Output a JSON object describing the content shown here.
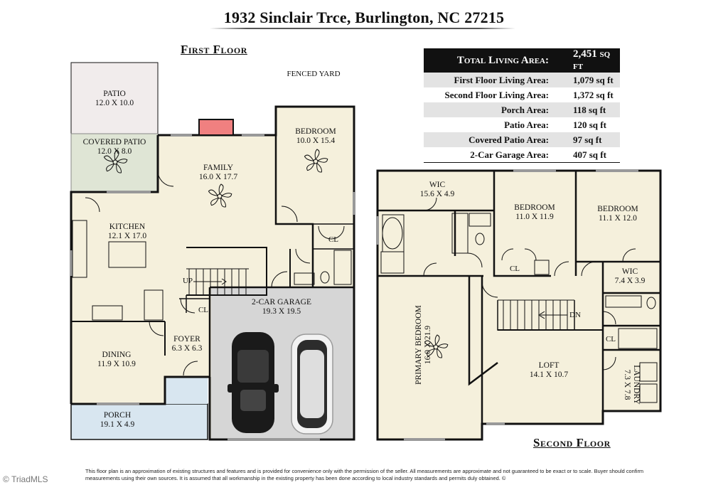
{
  "title": "1932 Sinclair Trce, Burlington, NC 27215",
  "first_floor": {
    "heading": "First Floor",
    "fenced_yard": "FENCED YARD",
    "rooms": {
      "patio": {
        "name": "PATIO",
        "dims": "12.0 X 10.0"
      },
      "covered_patio": {
        "name": "COVERED PATIO",
        "dims": "12.0 X 8.0"
      },
      "family": {
        "name": "FAMILY",
        "dims": "16.0 X 17.7"
      },
      "bedroom": {
        "name": "BEDROOM",
        "dims": "10.0 X 15.4"
      },
      "kitchen": {
        "name": "KITCHEN",
        "dims": "12.1 X 17.0"
      },
      "garage": {
        "name": "2-CAR GARAGE",
        "dims": "19.3 X 19.5"
      },
      "foyer": {
        "name": "FOYER",
        "dims": "6.3 X 6.3"
      },
      "dining": {
        "name": "DINING",
        "dims": "11.9 X 10.9"
      },
      "porch": {
        "name": "PORCH",
        "dims": "19.1 X 4.9"
      }
    },
    "markers": {
      "cl_bedroom": "CL",
      "cl_foyer": "CL",
      "stair_up": "UP"
    }
  },
  "second_floor": {
    "heading": "Second Floor",
    "rooms": {
      "wic_primary": {
        "name": "WIC",
        "dims": "15.6 X 4.9"
      },
      "bedroom_2": {
        "name": "BEDROOM",
        "dims": "11.0 X 11.9"
      },
      "bedroom_3": {
        "name": "BEDROOM",
        "dims": "11.1 X 12.0"
      },
      "wic_bed3": {
        "name": "WIC",
        "dims": "7.4 X 3.9"
      },
      "primary_bedroom": {
        "name": "PRIMARY BEDROOM",
        "dims": "16.0 X 21.9"
      },
      "loft": {
        "name": "LOFT",
        "dims": "14.1 X 10.7"
      },
      "laundry": {
        "name": "LAUNDRY",
        "dims": "7.3 X 7.8"
      }
    },
    "markers": {
      "cl_bedroom2": "CL",
      "cl_hall": "CL",
      "stair_down": "DN"
    }
  },
  "areas": {
    "total": {
      "label": "Total Living Area:",
      "value": "2,451 sq ft"
    },
    "rows": [
      {
        "label": "First Floor Living Area:",
        "value": "1,079 sq ft"
      },
      {
        "label": "Second Floor Living Area:",
        "value": "1,372 sq ft"
      },
      {
        "label": "Porch Area:",
        "value": "118 sq ft"
      },
      {
        "label": "Patio Area:",
        "value": "120 sq ft"
      },
      {
        "label": "Covered Patio Area:",
        "value": "97 sq ft"
      },
      {
        "label": "2-Car Garage Area:",
        "value": "407 sq ft"
      }
    ]
  },
  "disclaimer": "This floor plan is an approximation of existing structures and features and is provided for convenience only with the permission of the seller.  All measurements are approximate and not guaranteed to be exact or to scale.  Buyer should confirm measurements using their own sources.  It is assumed that all workmanship in the existing property has been done according to local industry standards and permits duly obtained.  ©",
  "watermark": "TriadMLS",
  "colors": {
    "floor": "#f5f0dc",
    "patio": "#f1ecec",
    "covered_patio": "#dfe5d5",
    "porch": "#d8e6f0",
    "garage": "#d6d6d6",
    "wall": "#111111",
    "fireplace": "#f08080"
  }
}
